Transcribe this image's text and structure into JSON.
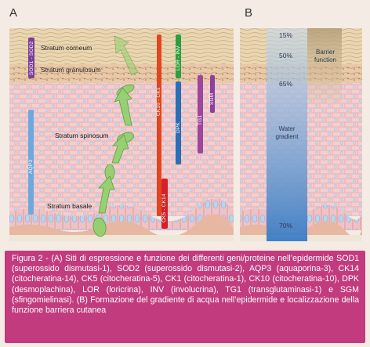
{
  "panel_a": {
    "letter": "A",
    "layers": {
      "corneum": "Stratum corneum",
      "granulosum": "Stratum granulosum",
      "spinosum": "Stratum spinosum",
      "basale": "Stratum basale"
    },
    "markers": {
      "sod": "SOD1 - SOD2",
      "lor": "LOR - INV",
      "ck10": "CK10 - CK1",
      "dpk": "DPK",
      "tg1": "TG1",
      "sgm": "SGM",
      "aqp": "AQP3",
      "ck5": "CK5 - CK14"
    }
  },
  "panel_b": {
    "letter": "B",
    "pct_15": "15%",
    "pct_50": "50%",
    "pct_65": "65%",
    "pct_70": "70%",
    "barrier_line1": "Barrier",
    "barrier_line2": "function",
    "water_line1": "Water",
    "water_line2": "gradient"
  },
  "caption": "Figura 2 - (A) Siti di espressione e funzione dei differenti geni/proteine nell’epidermide SOD1 (superossido dismutasi-1), SOD2 (superossido dismutasi-2), AQP3 (aquaporina-3), CK14 (citocheratina-14), CK5 (citocheratina-5), CK1 (citocheratina-1), CK10 (citocheratina-10), DPK (desmoplachina), LOR (loricrina), INV (involucrina), TG1 (transglutaminasi-1) e SGM (sfingomielinasi). (B) Formazione del gradiente di acqua nell’epidermide e localizzazione della funzione barriera cutanea",
  "colors": {
    "caption_bg": "#c23b7e",
    "sod": "#7b3f98",
    "lor": "#2e9e3e",
    "ck10": "#e0461f",
    "dpk": "#2a6fb6",
    "tg1": "#a0469a",
    "sgm": "#8d3f9a",
    "aqp": "#6fa8dc",
    "ck5": "#d4202a"
  }
}
